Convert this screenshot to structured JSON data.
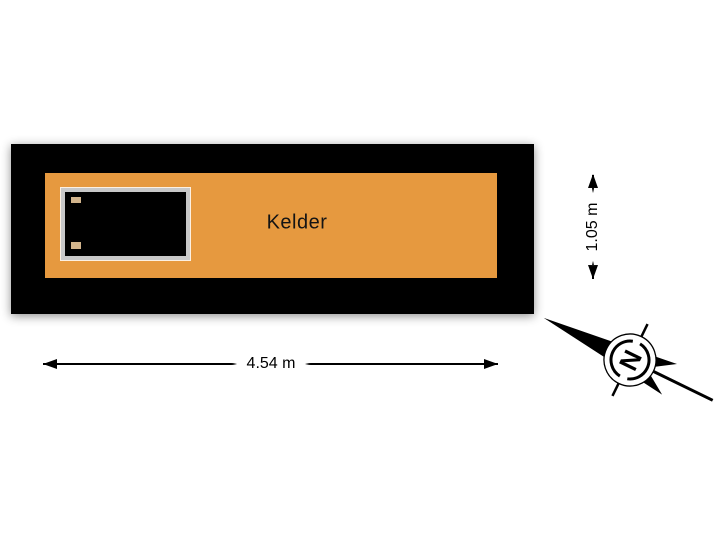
{
  "plan": {
    "room": {
      "label": "Kelder"
    },
    "dimensions": {
      "width_label": "4.54 m",
      "depth_label": "1.05 m"
    },
    "compass": {
      "north_label": "N"
    },
    "colors": {
      "background": "#FFFFFF",
      "wall": "#000000",
      "floor": "#E6993F",
      "fixture_fill": "#000000",
      "fixture_frame": "#C8C8C8",
      "fixture_accent": "#D2B48C",
      "dimension_text": "#000000",
      "dimension_pill": "#FFFFFF"
    }
  }
}
